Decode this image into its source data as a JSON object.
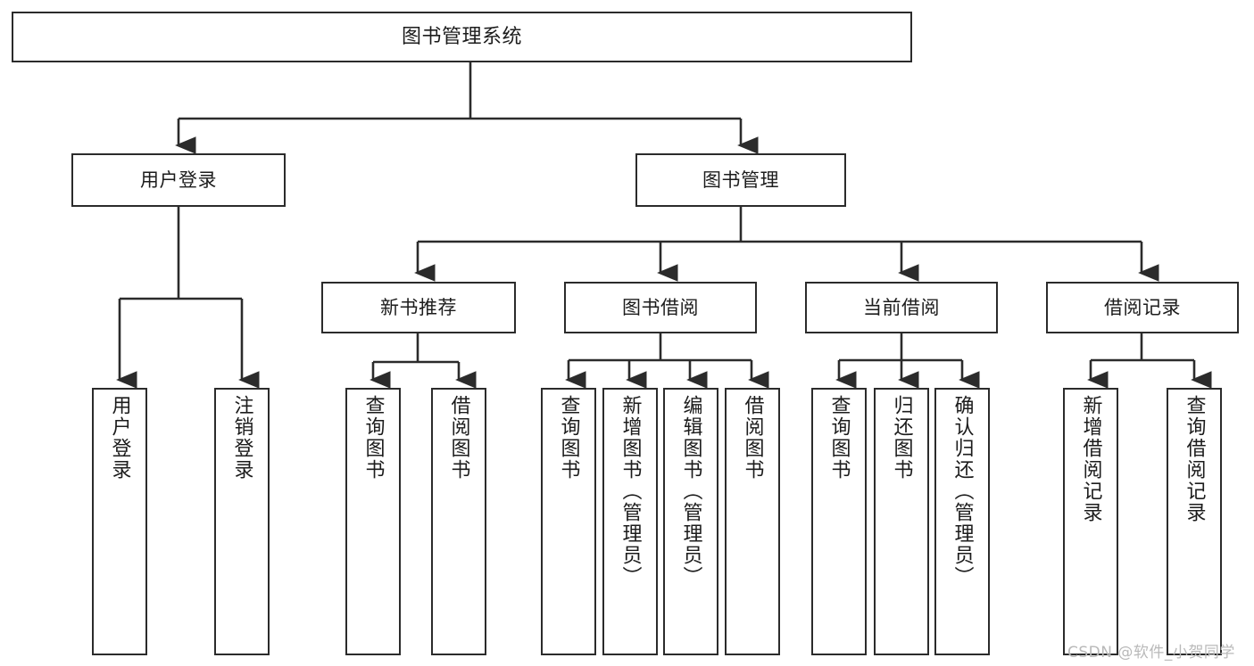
{
  "diagram": {
    "type": "tree-hierarchy-chart",
    "title": "图书管理系统",
    "orientation": "top-down",
    "colors": {
      "box_border": "#2b2b2b",
      "box_fill": "#ffffff",
      "edge": "#2b2b2b",
      "text": "#1c1c1c",
      "watermark": "#b9b9b9",
      "background": "#ffffff"
    }
  },
  "root": {
    "label": "图书管理系统"
  },
  "level2": [
    {
      "id": "user-login",
      "label": "用户登录"
    },
    {
      "id": "book-manage",
      "label": "图书管理"
    }
  ],
  "level3": [
    {
      "id": "new-book-recommend",
      "label": "新书推荐",
      "parent": "book-manage"
    },
    {
      "id": "book-borrow",
      "label": "图书借阅",
      "parent": "book-manage"
    },
    {
      "id": "current-borrow",
      "label": "当前借阅",
      "parent": "book-manage"
    },
    {
      "id": "borrow-record",
      "label": "借阅记录",
      "parent": "book-manage"
    }
  ],
  "leaves": [
    {
      "id": "leaf-user-login",
      "label": "用户登录",
      "parent": "user-login"
    },
    {
      "id": "leaf-logout-login",
      "label": "注销登录",
      "parent": "user-login"
    },
    {
      "id": "leaf-query-book-1",
      "label": "查询图书",
      "parent": "new-book-recommend"
    },
    {
      "id": "leaf-borrow-book-1",
      "label": "借阅图书",
      "parent": "new-book-recommend"
    },
    {
      "id": "leaf-query-book-2",
      "label": "查询图书",
      "parent": "book-borrow"
    },
    {
      "id": "leaf-add-book",
      "label": "新增图书（管理员）",
      "parent": "book-borrow"
    },
    {
      "id": "leaf-edit-book",
      "label": "编辑图书（管理员）",
      "parent": "book-borrow"
    },
    {
      "id": "leaf-borrow-book-2",
      "label": "借阅图书",
      "parent": "book-borrow"
    },
    {
      "id": "leaf-query-book-3",
      "label": "查询图书",
      "parent": "current-borrow"
    },
    {
      "id": "leaf-return-book",
      "label": "归还图书",
      "parent": "current-borrow"
    },
    {
      "id": "leaf-confirm-return",
      "label": "确认归还（管理员）",
      "parent": "current-borrow"
    },
    {
      "id": "leaf-add-record",
      "label": "新增借阅记录",
      "parent": "borrow-record"
    },
    {
      "id": "leaf-query-record",
      "label": "查询借阅记录",
      "parent": "borrow-record"
    }
  ],
  "watermark": {
    "text": "CSDN @软件_小贺同学"
  }
}
